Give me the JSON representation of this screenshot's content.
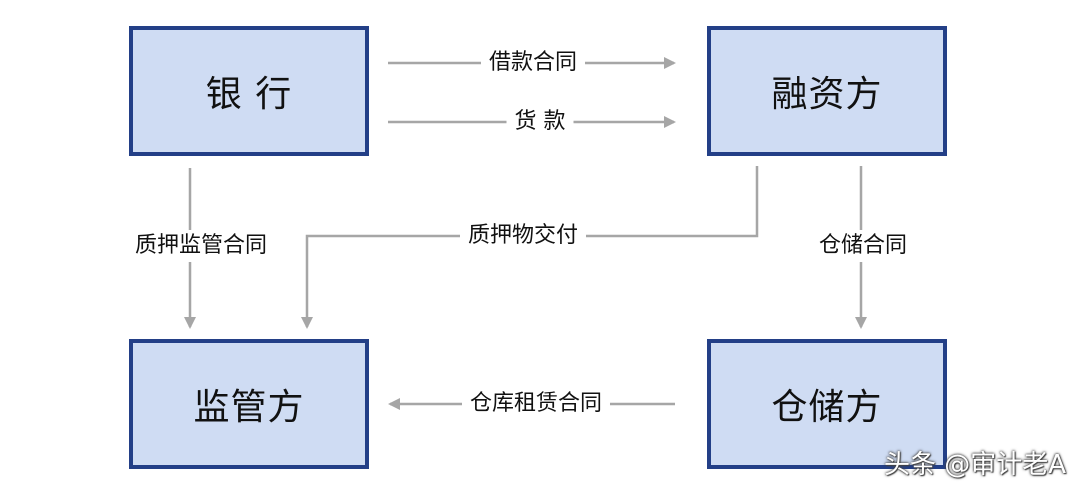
{
  "nodes": {
    "bank": "银 行",
    "financier": "融资方",
    "supervisor": "监管方",
    "warehouse": "仓储方"
  },
  "edges": {
    "loan_contract": "借款合同",
    "loan": "货 款",
    "pledge_supervision_contract": "质押监管合同",
    "pledge_delivery": "质押物交付",
    "storage_contract": "仓储合同",
    "warehouse_lease_contract": "仓库租赁合同"
  },
  "watermark": "头条 @审计老A",
  "colors": {
    "node_fill": "#cfdcf3",
    "node_border": "#233f87",
    "arrow": "#a6a6a6"
  }
}
